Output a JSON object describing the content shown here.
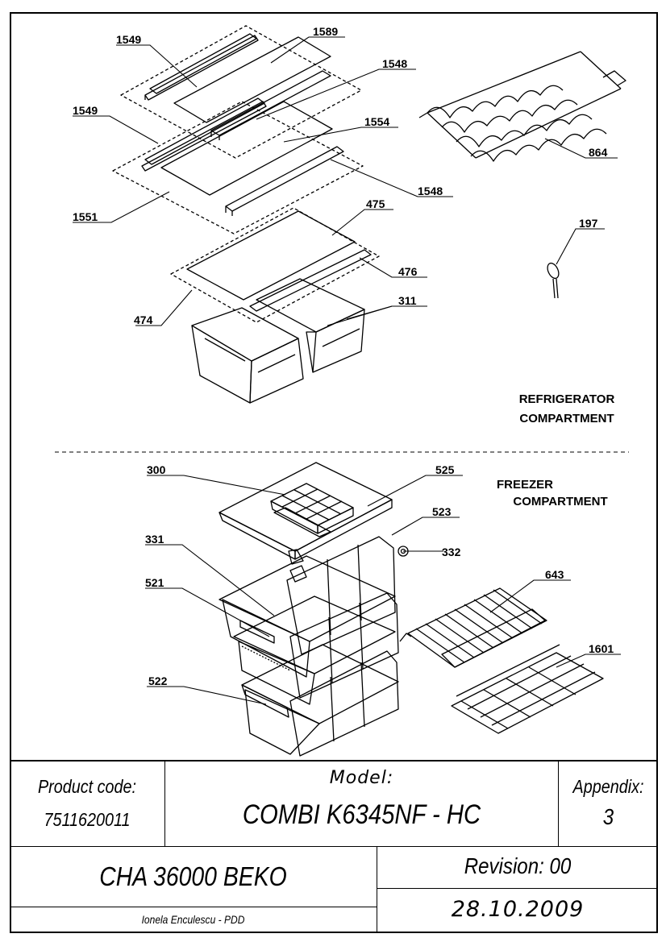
{
  "sections": {
    "refrigerator": [
      "REFRIGERATOR",
      "COMPARTMENT"
    ],
    "freezer": [
      "FREEZER",
      "COMPARTMENT"
    ]
  },
  "parts": [
    {
      "id": "p1549a",
      "label": "1549"
    },
    {
      "id": "p1589",
      "label": "1589"
    },
    {
      "id": "p1548a",
      "label": "1548"
    },
    {
      "id": "p1549b",
      "label": "1549"
    },
    {
      "id": "p1554",
      "label": "1554"
    },
    {
      "id": "p1548b",
      "label": "1548"
    },
    {
      "id": "p1551",
      "label": "1551"
    },
    {
      "id": "p475",
      "label": "475"
    },
    {
      "id": "p476",
      "label": "476"
    },
    {
      "id": "p474",
      "label": "474"
    },
    {
      "id": "p311",
      "label": "311"
    },
    {
      "id": "p864",
      "label": "864"
    },
    {
      "id": "p197",
      "label": "197"
    },
    {
      "id": "p300",
      "label": "300"
    },
    {
      "id": "p525",
      "label": "525"
    },
    {
      "id": "p523",
      "label": "523"
    },
    {
      "id": "p331",
      "label": "331"
    },
    {
      "id": "p332",
      "label": "332"
    },
    {
      "id": "p521",
      "label": "521"
    },
    {
      "id": "p643",
      "label": "643"
    },
    {
      "id": "p1601",
      "label": "1601"
    },
    {
      "id": "p522",
      "label": "522"
    }
  ],
  "title_block": {
    "product_code_label": "Product code:",
    "product_code": "7511620011",
    "model_label": "Model:",
    "model": "COMBI K6345NF - HC",
    "appendix_label": "Appendix:",
    "appendix": "3",
    "chassis": "CHA 36000 BEKO",
    "revision": "Revision: 00",
    "author": "Ionela Enculescu - PDD",
    "date": "28.10.2009"
  }
}
